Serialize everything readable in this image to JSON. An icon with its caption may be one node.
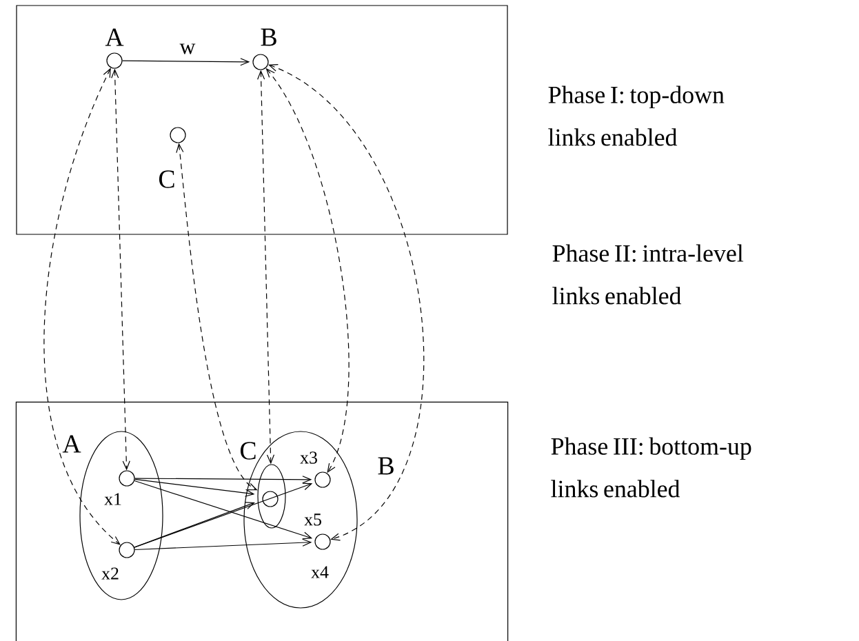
{
  "diagram": {
    "nodes": [
      {
        "text": [],
        "shape": "box"
      },
      {
        "text": [
          "A"
        ],
        "in": 0
      },
      {
        "text": [
          "B"
        ],
        "in": 0
      },
      {
        "text": [
          "C"
        ],
        "in": 0
      },
      {
        "text": [],
        "shape": "box"
      },
      {
        "text": [
          "A"
        ],
        "in": 4
      },
      {
        "text": [
          "x1"
        ],
        "in": 5
      },
      {
        "text": [
          "x2"
        ],
        "in": 5
      },
      {
        "text": [
          "B"
        ],
        "in": 4
      },
      {
        "text": [
          "C"
        ],
        "in": 8
      },
      {
        "text": [
          "x5"
        ],
        "in": 9
      },
      {
        "text": [
          "x3"
        ],
        "in": 8
      },
      {
        "text": [
          "x4"
        ],
        "in": 8
      }
    ],
    "edges": [
      {
        "from": 1,
        "to": 2,
        "arrow": "to",
        "label": "w"
      },
      {
        "from": 1,
        "to": 7,
        "arrow": "both",
        "style": "dashed"
      },
      {
        "from": 1,
        "to": 6,
        "arrow": "both",
        "style": "dashed"
      },
      {
        "from": 3,
        "to": 9,
        "arrow": "both",
        "style": "dashed"
      },
      {
        "from": 2,
        "to": 9,
        "arrow": "both",
        "style": "dashed"
      },
      {
        "from": 2,
        "to": 11,
        "arrow": "both",
        "style": "dashed"
      },
      {
        "from": 2,
        "to": 12,
        "arrow": "both",
        "style": "dashed"
      },
      {
        "from": 6,
        "to": 11,
        "arrow": "to"
      },
      {
        "from": 6,
        "to": 9,
        "arrow": "to"
      },
      {
        "from": 6,
        "to": 12,
        "arrow": "to"
      },
      {
        "from": 7,
        "to": 9,
        "arrow": "to"
      },
      {
        "from": 7,
        "to": 11,
        "arrow": "to"
      },
      {
        "from": 7,
        "to": 12,
        "arrow": "to"
      }
    ],
    "labels": [
      "Phase I: top-down links enabled",
      "Phase II: intra-level links enabled",
      "Phase III: bottom-up links enabled"
    ]
  }
}
